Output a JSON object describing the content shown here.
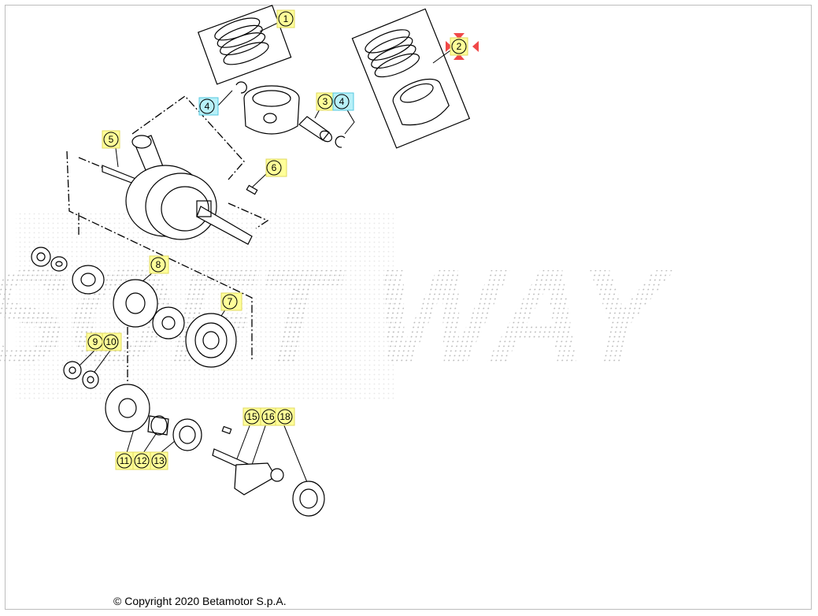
{
  "diagram": {
    "copyright": "© Copyright 2020 Betamotor S.p.A.",
    "watermark": "SOFT WAY",
    "colors": {
      "label_yellow": "#ffff99",
      "label_yellow_border": "#e0d860",
      "label_cyan": "#b8f0f8",
      "label_cyan_border": "#55c8e0",
      "selection_red": "#f04848",
      "line": "#000000",
      "watermark_dots": "#b0b0b0"
    },
    "callouts": [
      {
        "id": "1",
        "highlight": "yellow"
      },
      {
        "id": "2",
        "highlight": "yellow",
        "selected": true
      },
      {
        "id": "3",
        "highlight": "yellow"
      },
      {
        "id": "4",
        "highlight": "cyan"
      },
      {
        "id": "4",
        "highlight": "cyan"
      },
      {
        "id": "5",
        "highlight": "yellow"
      },
      {
        "id": "6",
        "highlight": "yellow"
      },
      {
        "id": "7",
        "highlight": "yellow"
      },
      {
        "id": "8",
        "highlight": "yellow"
      },
      {
        "id": "9",
        "highlight": "yellow"
      },
      {
        "id": "10",
        "highlight": "yellow"
      },
      {
        "id": "11",
        "highlight": "yellow"
      },
      {
        "id": "12",
        "highlight": "yellow"
      },
      {
        "id": "13",
        "highlight": "yellow"
      },
      {
        "id": "15",
        "highlight": "yellow"
      },
      {
        "id": "16",
        "highlight": "yellow"
      },
      {
        "id": "18",
        "highlight": "yellow"
      }
    ]
  }
}
